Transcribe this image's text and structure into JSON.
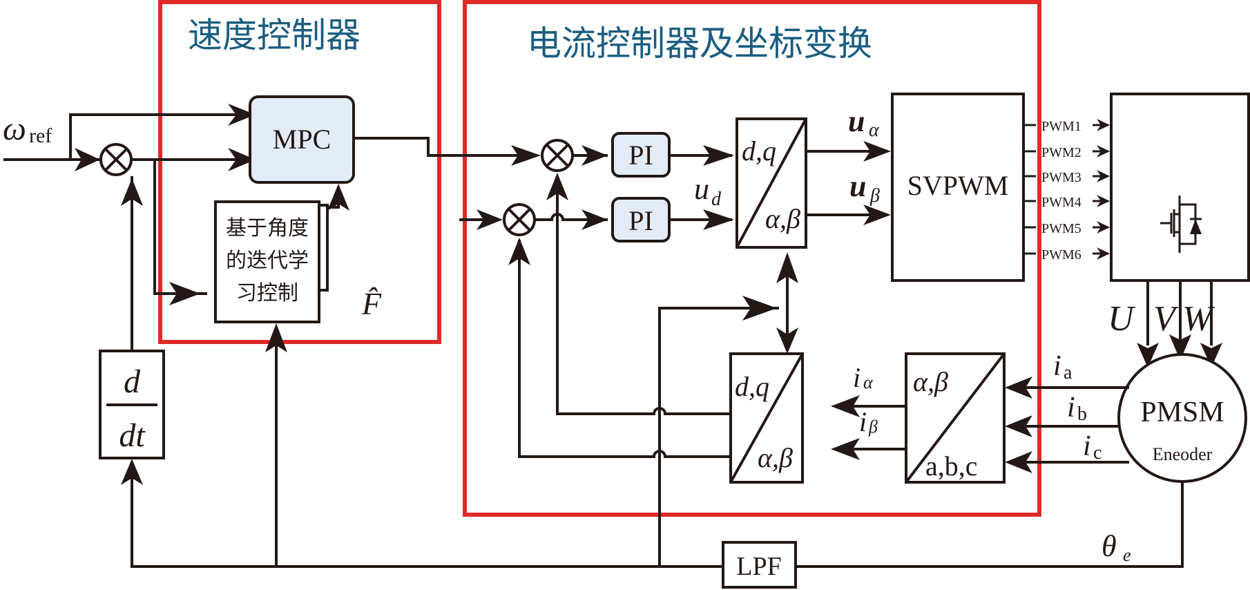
{
  "titles": {
    "speed_controller": "速度控制器",
    "current_controller": "电流控制器及坐标变换"
  },
  "colors": {
    "frame_red": "#e02a2a",
    "title_blue": "#1b5d80",
    "block_fill": "#e3ebf6",
    "line": "#231815"
  },
  "signals": {
    "omega": "ω",
    "omega_sub": "ref",
    "F_hat": "F̂",
    "u_d": "u",
    "u_d_sub": "d",
    "u_alpha": "u",
    "u_alpha_sub": "α",
    "u_beta": "u",
    "u_beta_sub": "β",
    "i_alpha": "i",
    "i_alpha_sub": "α",
    "i_beta": "i",
    "i_beta_sub": "β",
    "i_a": "i",
    "i_a_sub": "a",
    "i_b": "i",
    "i_b_sub": "b",
    "i_c": "i",
    "i_c_sub": "c",
    "theta": "θ",
    "theta_sub": "e",
    "phase_u": "U",
    "phase_v": "V",
    "phase_w": "W"
  },
  "blocks": {
    "mpc": "MPC",
    "ilc_line1": "基于角度",
    "ilc_line2": "的迭代学",
    "ilc_line3": "习控制",
    "pi_top": "PI",
    "pi_bottom": "PI",
    "park_inv_top": "d,q",
    "park_inv_bottom": "α,β",
    "svpwm": "SVPWM",
    "park_top": "d,q",
    "park_bottom": "α,β",
    "clarke_top": "α,β",
    "clarke_bottom": "a,b,c",
    "deriv_num": "d",
    "deriv_den": "dt",
    "lpf": "LPF",
    "motor": "PMSM",
    "encoder": "Eneoder"
  },
  "pwm_labels": [
    "PWM1",
    "PWM2",
    "PWM3",
    "PWM4",
    "PWM5",
    "PWM6"
  ]
}
